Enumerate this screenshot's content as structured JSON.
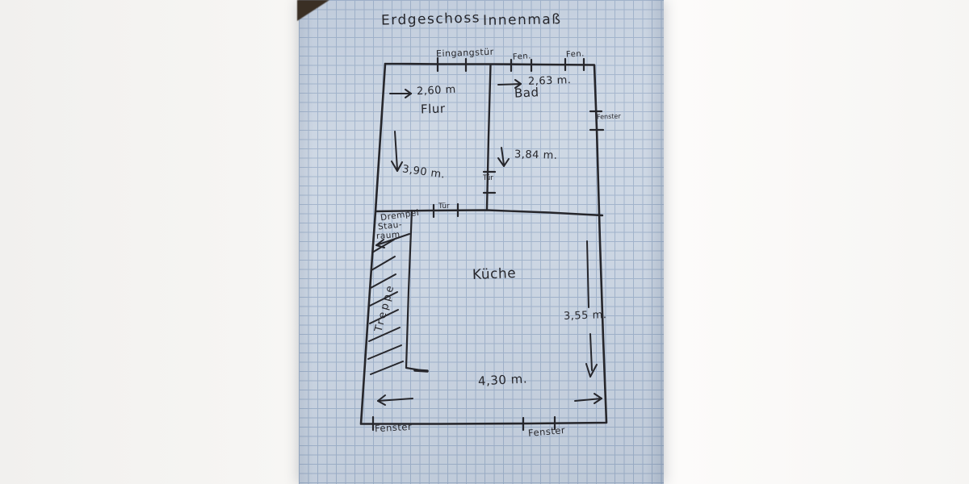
{
  "plan": {
    "title": {
      "left": "Erdgeschoss",
      "right": "Innenmaß"
    },
    "flur": {
      "name": "Flur",
      "width": "2,60 m",
      "depth": "3,90 m."
    },
    "bad": {
      "name": "Bad",
      "width": "2,63 m.",
      "depth": "3,84 m."
    },
    "kueche": {
      "name": "Küche",
      "width": "4,30 m.",
      "depth": "3,55 m."
    },
    "stauraum": {
      "line1": "Drempel",
      "line2": "Stau-",
      "line3": "raum"
    },
    "treppe": {
      "name": "Treppe"
    },
    "openings": {
      "eingangstuer": "Eingangstür",
      "fen_top_1": "Fen.",
      "fen_top_2": "Fen.",
      "fenster_right": "Fenster",
      "tuer_flur_bad": "Tür",
      "tuer_flur_kueche": "Tür",
      "fenster_bottom_left": "Fenster",
      "fenster_bottom_right": "Fenster"
    },
    "colors": {
      "paper": "#ccd6e3",
      "grid": "#7e97b8",
      "ink": "#26262b",
      "desk": "#3a2f24"
    }
  }
}
